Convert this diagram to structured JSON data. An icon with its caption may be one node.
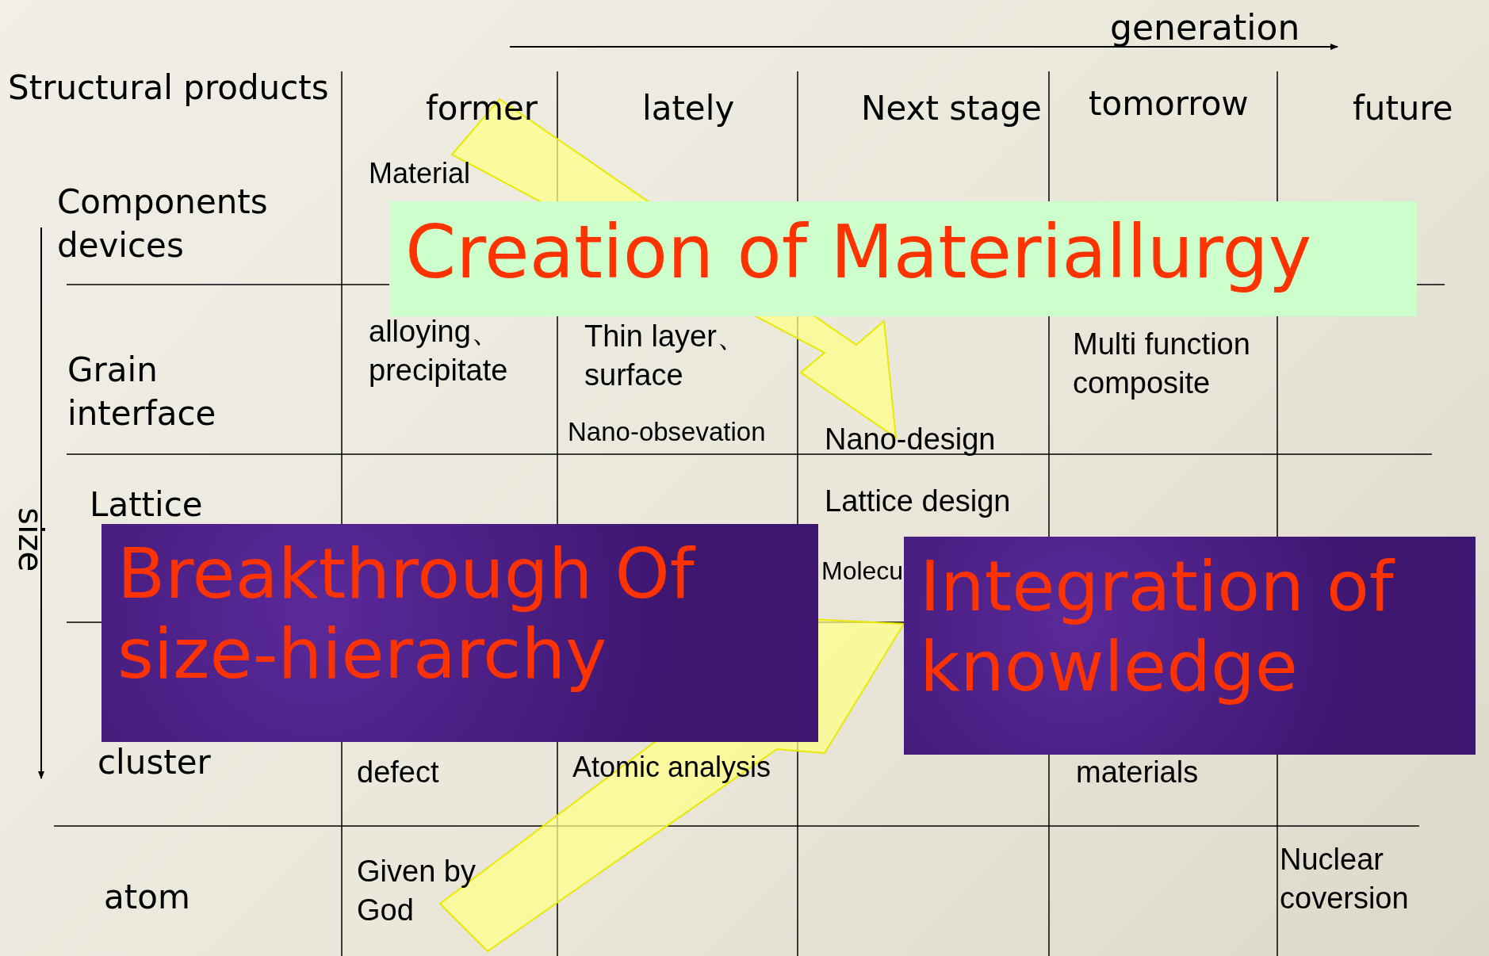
{
  "diagram": {
    "nodes": [
      {
        "text": [
          "Creation of Materiallurgy"
        ]
      },
      {
        "text": [
          "Breakthrough Of size-hierarchy"
        ]
      },
      {
        "text": [
          "Integration of knowledge"
        ]
      }
    ],
    "edges": [
      {
        "from": null,
        "to": 2,
        "arrow": "to"
      }
    ],
    "labels": [
      "generation",
      "Structural products",
      "former",
      "lately",
      "Next stage",
      "tomorrow",
      "future",
      "Components devices",
      "Material",
      "Grain interface",
      "alloying、 precipitate",
      "Thin layer、 surface",
      "Nano-obsevation",
      "Nano-design",
      "Multi function composite",
      "size",
      "Lattice",
      "Lattice design",
      "Molecu",
      "cluster",
      "defect",
      "Atomic analysis",
      "materials",
      "atom",
      "Given by God",
      "Nuclear coversion"
    ]
  }
}
